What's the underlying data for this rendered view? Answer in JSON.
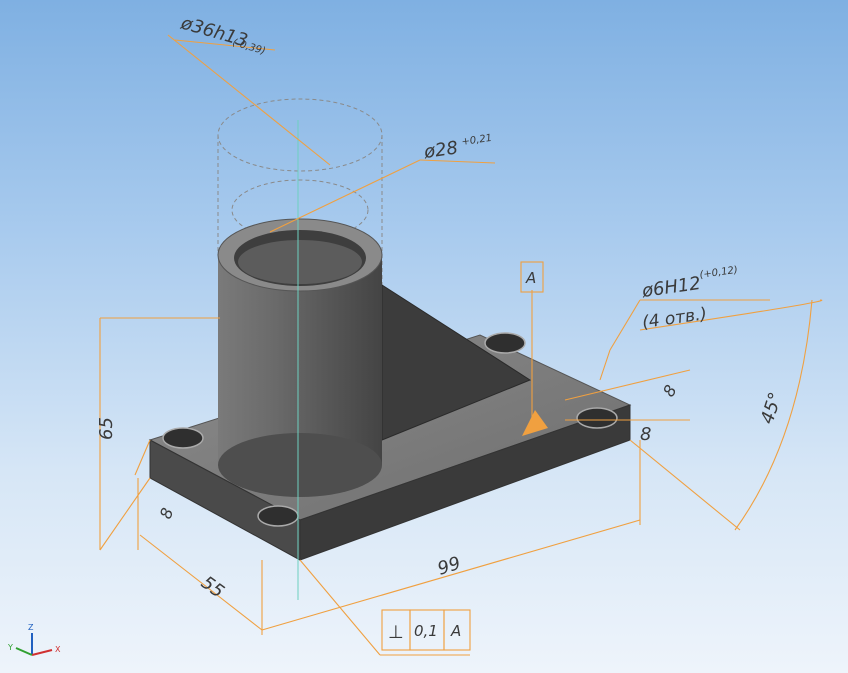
{
  "model": {
    "dims": {
      "outer_diameter": "ø36h13",
      "outer_diameter_tol": "(-0,39)",
      "inner_diameter": "ø28",
      "inner_diameter_tol": "+0,21",
      "height": "65",
      "thickness": "8",
      "width": "55",
      "length": "99",
      "hole_offset_a": "8",
      "hole_offset_b": "8",
      "angle": "45°",
      "hole": "ø6H12",
      "hole_tol": "(+0,12)",
      "hole_count": "(4 отв.)"
    },
    "datum": "A",
    "tolerance_frame": {
      "symbol": "⊥",
      "value": "0,1",
      "datum": "A"
    }
  },
  "axes": {
    "x": "X",
    "y": "Y",
    "z": "Z"
  },
  "colors": {
    "dimension": "#f0a040",
    "body_dark": "#3d3d3d",
    "body_mid": "#6e6e6e",
    "body_light": "#9a9a9a"
  }
}
